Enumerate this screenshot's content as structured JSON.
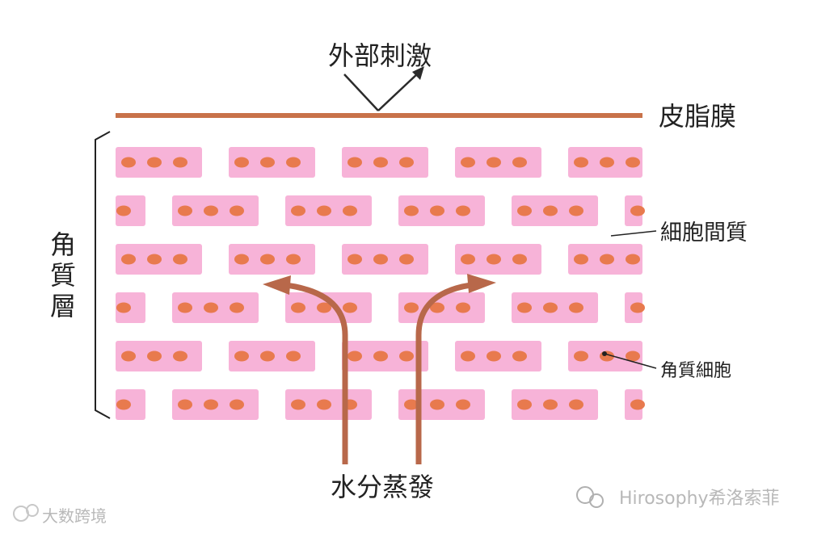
{
  "labels": {
    "external_stimulus": "外部刺激",
    "sebum_membrane": "皮脂膜",
    "intercellular_matrix": "細胞間質",
    "stratum_corneum": "角質層",
    "corneocyte": "角質細胞",
    "water_evaporation": "水分蒸發"
  },
  "watermarks": {
    "left": "大数跨境",
    "right": "Hirosophy希洛索菲"
  },
  "colors": {
    "membrane": "#c8724a",
    "cell_fill": "#f7b3d8",
    "cell_nucleus": "#e87a4e",
    "arrow": "#b8684a",
    "bracket": "#222222"
  }
}
